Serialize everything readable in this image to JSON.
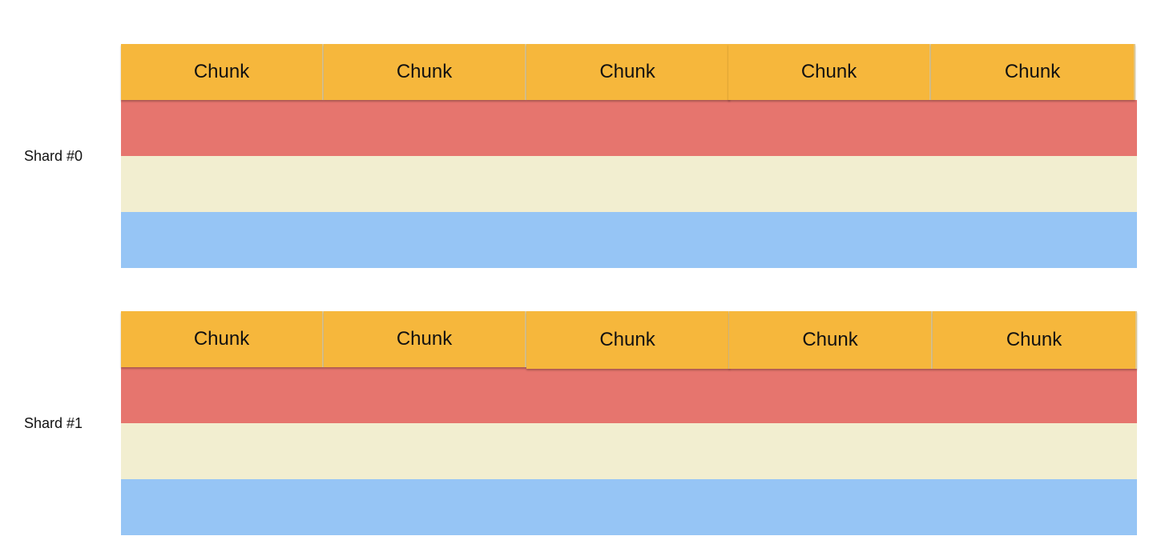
{
  "colors": {
    "chunk": "#F6B73C",
    "band_red": "#E6756E",
    "band_cream": "#F2EED0",
    "band_blue": "#96C5F5"
  },
  "shards": [
    {
      "label": "Shard #0",
      "chunks": [
        "Chunk",
        "Chunk",
        "Chunk",
        "Chunk",
        "Chunk"
      ]
    },
    {
      "label": "Shard #1",
      "chunks": [
        "Chunk",
        "Chunk",
        "Chunk",
        "Chunk",
        "Chunk"
      ]
    }
  ]
}
